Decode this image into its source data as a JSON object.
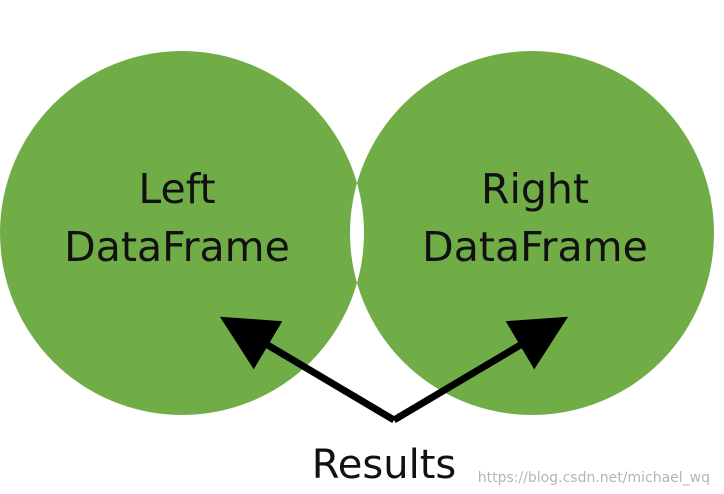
{
  "diagram": {
    "left_set": {
      "line1": "Left",
      "line2": "DataFrame"
    },
    "right_set": {
      "line1": "Right",
      "line2": "DataFrame"
    },
    "results_label": "Results",
    "watermark": "https://blog.csdn.net/michael_wq"
  },
  "colors": {
    "circle_fill": "#70AD47",
    "overlap_fill": "#FFFFFF",
    "arrow": "#000000",
    "text": "#111111",
    "watermark": "#B5B5B5"
  }
}
